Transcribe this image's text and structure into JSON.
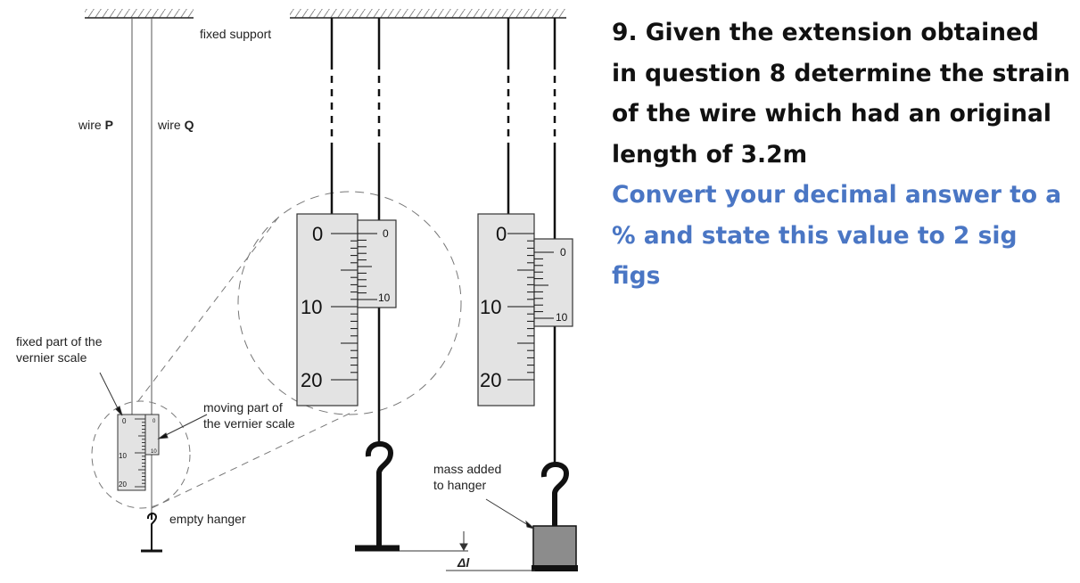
{
  "labels": {
    "fixed_support": "fixed support",
    "wire_p_prefix": "wire ",
    "wire_p_letter": "P",
    "wire_q_prefix": "wire ",
    "wire_q_letter": "Q",
    "fixed_part_line1": "fixed part of the",
    "fixed_part_line2": "vernier scale",
    "moving_part_line1": "moving part of",
    "moving_part_line2": "the vernier scale",
    "empty_hanger": "empty hanger",
    "mass_added_line1": "mass added",
    "mass_added_line2": "to hanger",
    "delta_l": "Δl"
  },
  "scale": {
    "main_ticks": [
      "0",
      "10",
      "20"
    ],
    "vernier_ticks": [
      "0",
      "10"
    ]
  },
  "question": {
    "text": "9. Given the extension obtained in question 8 determine the strain of the wire which had an original length of 3.2m",
    "instruction": "Convert your decimal answer to a % and state this value to 2 sig figs"
  },
  "colors": {
    "question_text": "#111111",
    "instruction_text": "#4a76c4",
    "scale_fill": "#e3e3e3",
    "mass_fill": "#8c8c8c"
  }
}
